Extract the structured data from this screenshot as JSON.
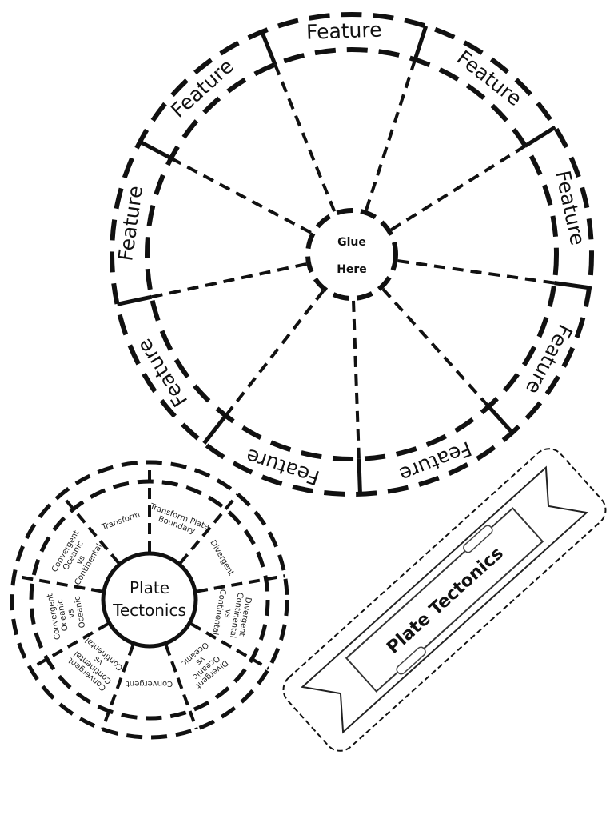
{
  "big_wheel": {
    "features": [
      "Feature",
      "Feature",
      "Feature",
      "Feature",
      "Feature",
      "Feature",
      "Feature",
      "Feature",
      "Feature"
    ],
    "center_label_1": "Glue",
    "center_label_2": "Here"
  },
  "small_wheel": {
    "center_line_1": "Plate",
    "center_line_2": "Tectonics",
    "segments": [
      [
        "Transform Plate",
        "Boundary"
      ],
      [
        "Divergent"
      ],
      [
        "Divergent",
        "Continental",
        "vs",
        "Continental"
      ],
      [
        "Divergent",
        "Oceanic",
        "vs",
        "Oceanic"
      ],
      [
        "Convergent"
      ],
      [
        "Convergent",
        "Continental",
        "vs",
        "Continental"
      ],
      [
        "Convergent",
        "Oceanic",
        "vs",
        "Oceanic"
      ],
      [
        "Convergent",
        "Oceanic",
        "vs",
        "Continental"
      ],
      [
        "Transform"
      ]
    ]
  },
  "banner": {
    "title": "Plate Tectonics"
  }
}
